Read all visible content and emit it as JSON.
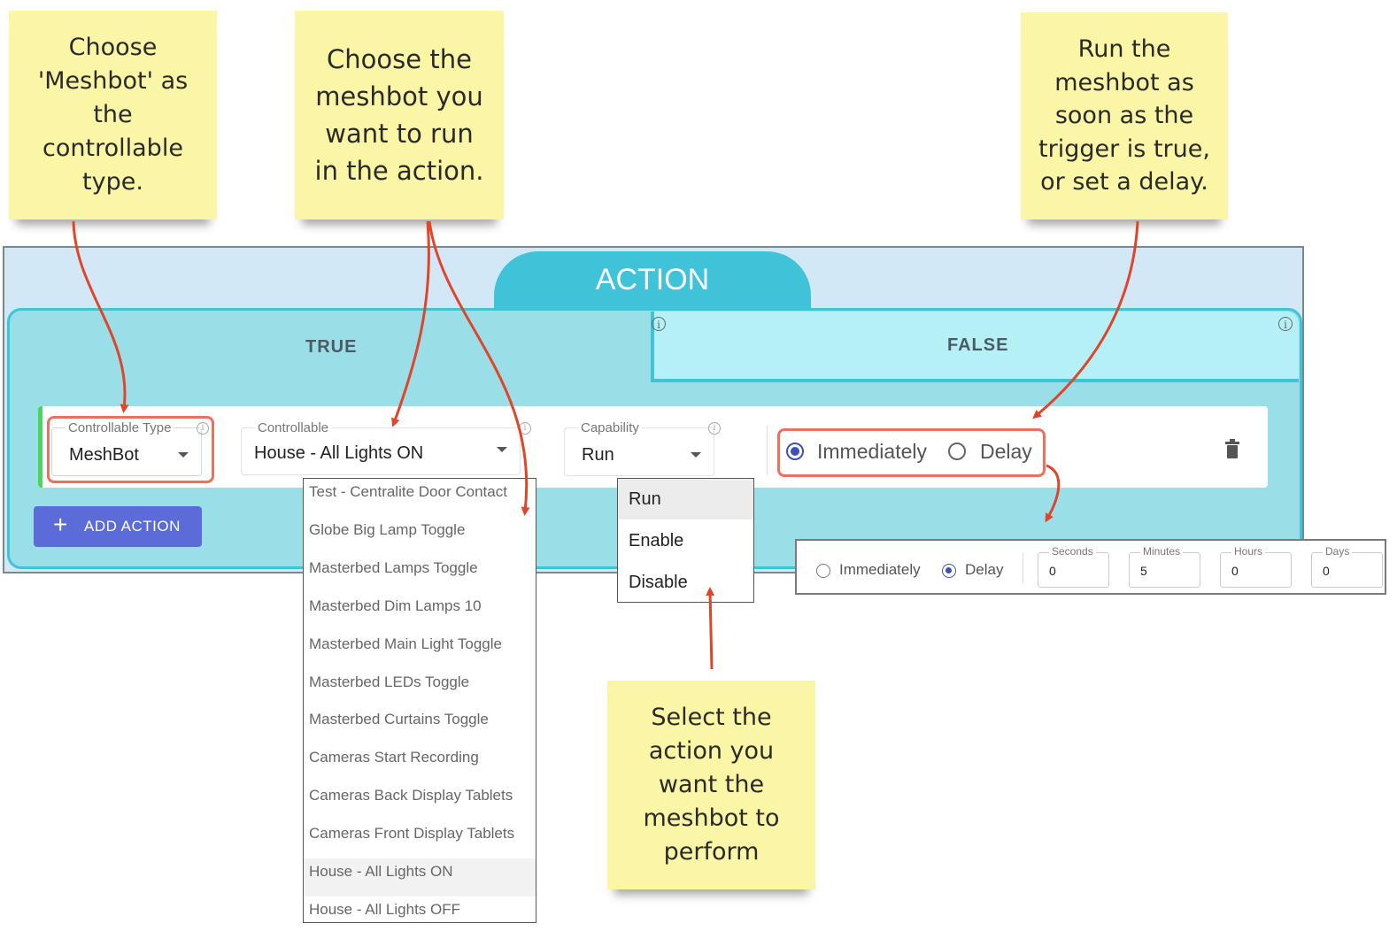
{
  "notes": {
    "controllable_type": "Choose\n'Meshbot' as\nthe\ncontrollable\ntype.",
    "controllable": "Choose the\nmeshbot you\nwant to run\nin the action.",
    "timing": "Run the\nmeshbot as\nsoon as the\ntrigger is true,\nor set a delay.",
    "capability": "Select the\naction you\nwant the\nmeshbot to\nperform"
  },
  "panel": {
    "title": "ACTION",
    "tab_true": "TRUE",
    "tab_false": "FALSE"
  },
  "action_row": {
    "controllable_type": {
      "label": "Controllable Type",
      "value": "MeshBot"
    },
    "controllable": {
      "label": "Controllable",
      "value": "House - All Lights ON"
    },
    "capability": {
      "label": "Capability",
      "value": "Run"
    },
    "timing": {
      "immediately": "Immediately",
      "delay": "Delay",
      "selected": "Immediately"
    }
  },
  "add_action_label": "ADD ACTION",
  "controllable_menu": {
    "items": [
      "Test - Centralite Door Contact",
      "Globe Big Lamp Toggle",
      "Masterbed Lamps Toggle",
      "Masterbed Dim Lamps 10",
      "Masterbed Main Light Toggle",
      "Masterbed LEDs Toggle",
      "Masterbed Curtains Toggle",
      "Cameras Start Recording",
      "Cameras Back Display Tablets",
      "Cameras Front Display Tablets",
      "House - All Lights ON",
      "House - All Lights OFF"
    ],
    "selected": "House - All Lights ON"
  },
  "capability_menu": {
    "items": [
      "Run",
      "Enable",
      "Disable"
    ],
    "selected": "Run"
  },
  "delay_panel": {
    "immediately": "Immediately",
    "delay": "Delay",
    "selected": "Delay",
    "fields": [
      {
        "label": "Seconds",
        "value": "0"
      },
      {
        "label": "Minutes",
        "value": "5"
      },
      {
        "label": "Hours",
        "value": "0"
      },
      {
        "label": "Days",
        "value": "0"
      }
    ]
  },
  "colors": {
    "note": "#fbf6a6",
    "highlight": "#e8735a",
    "arrow": "#e0452a",
    "panel_accent": "#3ec3d8",
    "button": "#5b6bd8",
    "radio_on": "#3f51b5"
  },
  "icons": [
    "info-icon",
    "chevron-down-icon",
    "trash-icon",
    "plus-icon"
  ]
}
